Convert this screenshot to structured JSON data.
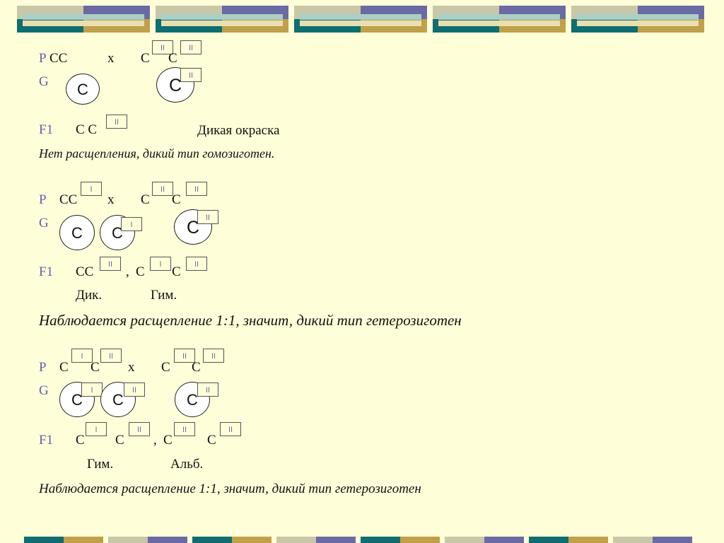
{
  "labels": {
    "p": "P",
    "g": "G",
    "f1": "F1"
  },
  "allele": "C",
  "cross": "x",
  "comma": ",",
  "sup1": "I",
  "sup2": "II",
  "sec1": {
    "p_left": "CC",
    "f1_text": "C C",
    "phenotype": "Дикая окраска",
    "conclusion": "Нет расщепления, дикий тип гомозиготен."
  },
  "sec2": {
    "p_left": "CC",
    "f1_left": "CC",
    "pheno1": "Дик.",
    "pheno2": "Гим.",
    "conclusion": "Наблюдается расщепление 1:1, значит, дикий тип гетерозиготен"
  },
  "sec3": {
    "pheno1": "Гим.",
    "pheno2": "Альб.",
    "conclusion": "Наблюдается расщепление 1:1, значит, дикий тип гетерозиготен"
  }
}
